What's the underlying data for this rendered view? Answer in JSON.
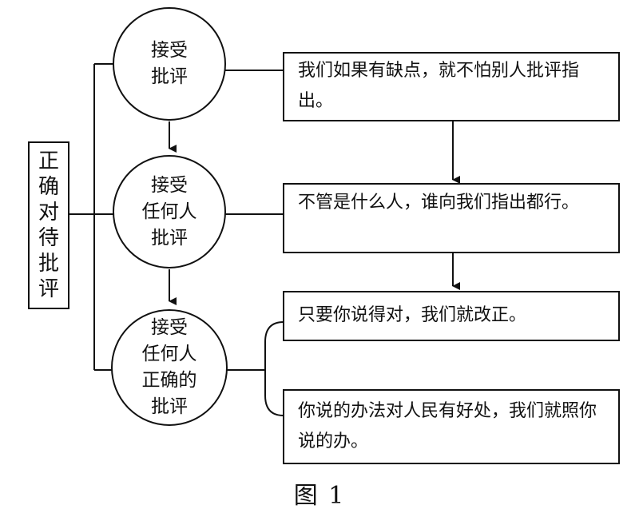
{
  "title_box": {
    "chars": [
      "正",
      "确",
      "对",
      "待",
      "批",
      "评"
    ]
  },
  "circles": [
    {
      "lines": [
        "接受",
        "批评"
      ]
    },
    {
      "lines": [
        "接受",
        "任何人",
        "批评"
      ]
    },
    {
      "lines": [
        "接受",
        "任何人",
        "正确的",
        "批评"
      ]
    }
  ],
  "boxes": [
    {
      "text": "我们如果有缺点，就不怕别人批评指出。"
    },
    {
      "text": "不管是什么人，谁向我们指出都行。"
    },
    {
      "text": "只要你说得对，我们就改正。"
    },
    {
      "text": "你说的办法对人民有好处，我们就照你说的办。"
    }
  ],
  "caption": "图 1"
}
